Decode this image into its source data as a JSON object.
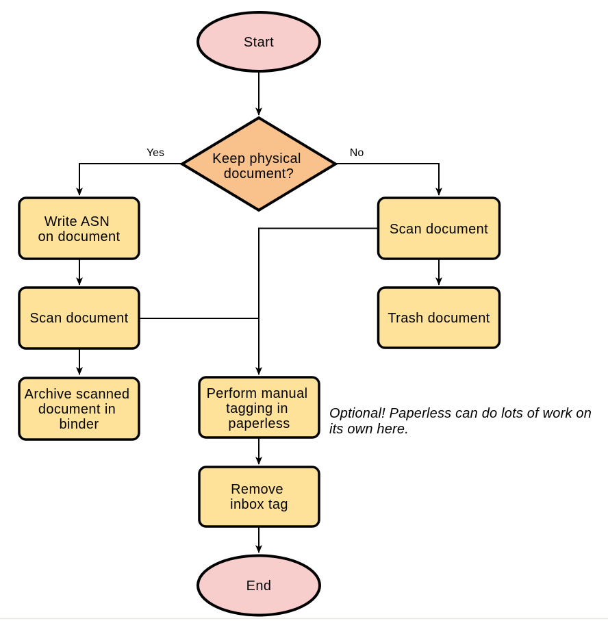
{
  "colors": {
    "terminal_fill": "#f8cecc",
    "decision_fill": "#f9c28d",
    "process_fill": "#ffe29a",
    "outline": "#000000",
    "connector": "#000000",
    "bottom_rule": "#ebe8e0"
  },
  "flowchart": {
    "nodes": {
      "start": {
        "type": "terminal",
        "label": "Start"
      },
      "keep_physical": {
        "type": "decision",
        "lines": [
          "Keep physical",
          "document?"
        ]
      },
      "write_asn": {
        "type": "process",
        "lines": [
          "Write ASN",
          "on document"
        ]
      },
      "scan_document_left": {
        "type": "process",
        "label": "Scan document"
      },
      "archive_scanned": {
        "type": "process",
        "lines": [
          "Archive scanned",
          "document in",
          "binder"
        ]
      },
      "scan_document_right": {
        "type": "process",
        "label": "Scan document"
      },
      "trash_document": {
        "type": "process",
        "label": "Trash document"
      },
      "manual_tagging": {
        "type": "process",
        "lines": [
          "Perform manual",
          "tagging in",
          "paperless"
        ]
      },
      "remove_inbox_tag": {
        "type": "process",
        "lines": [
          "Remove",
          "inbox tag"
        ]
      },
      "end": {
        "type": "terminal",
        "label": "End"
      }
    },
    "edge_labels": {
      "yes": "Yes",
      "no": "No"
    },
    "annotation": {
      "lines": [
        "Optional! Paperless can do lots of work on",
        "its own here."
      ]
    }
  }
}
